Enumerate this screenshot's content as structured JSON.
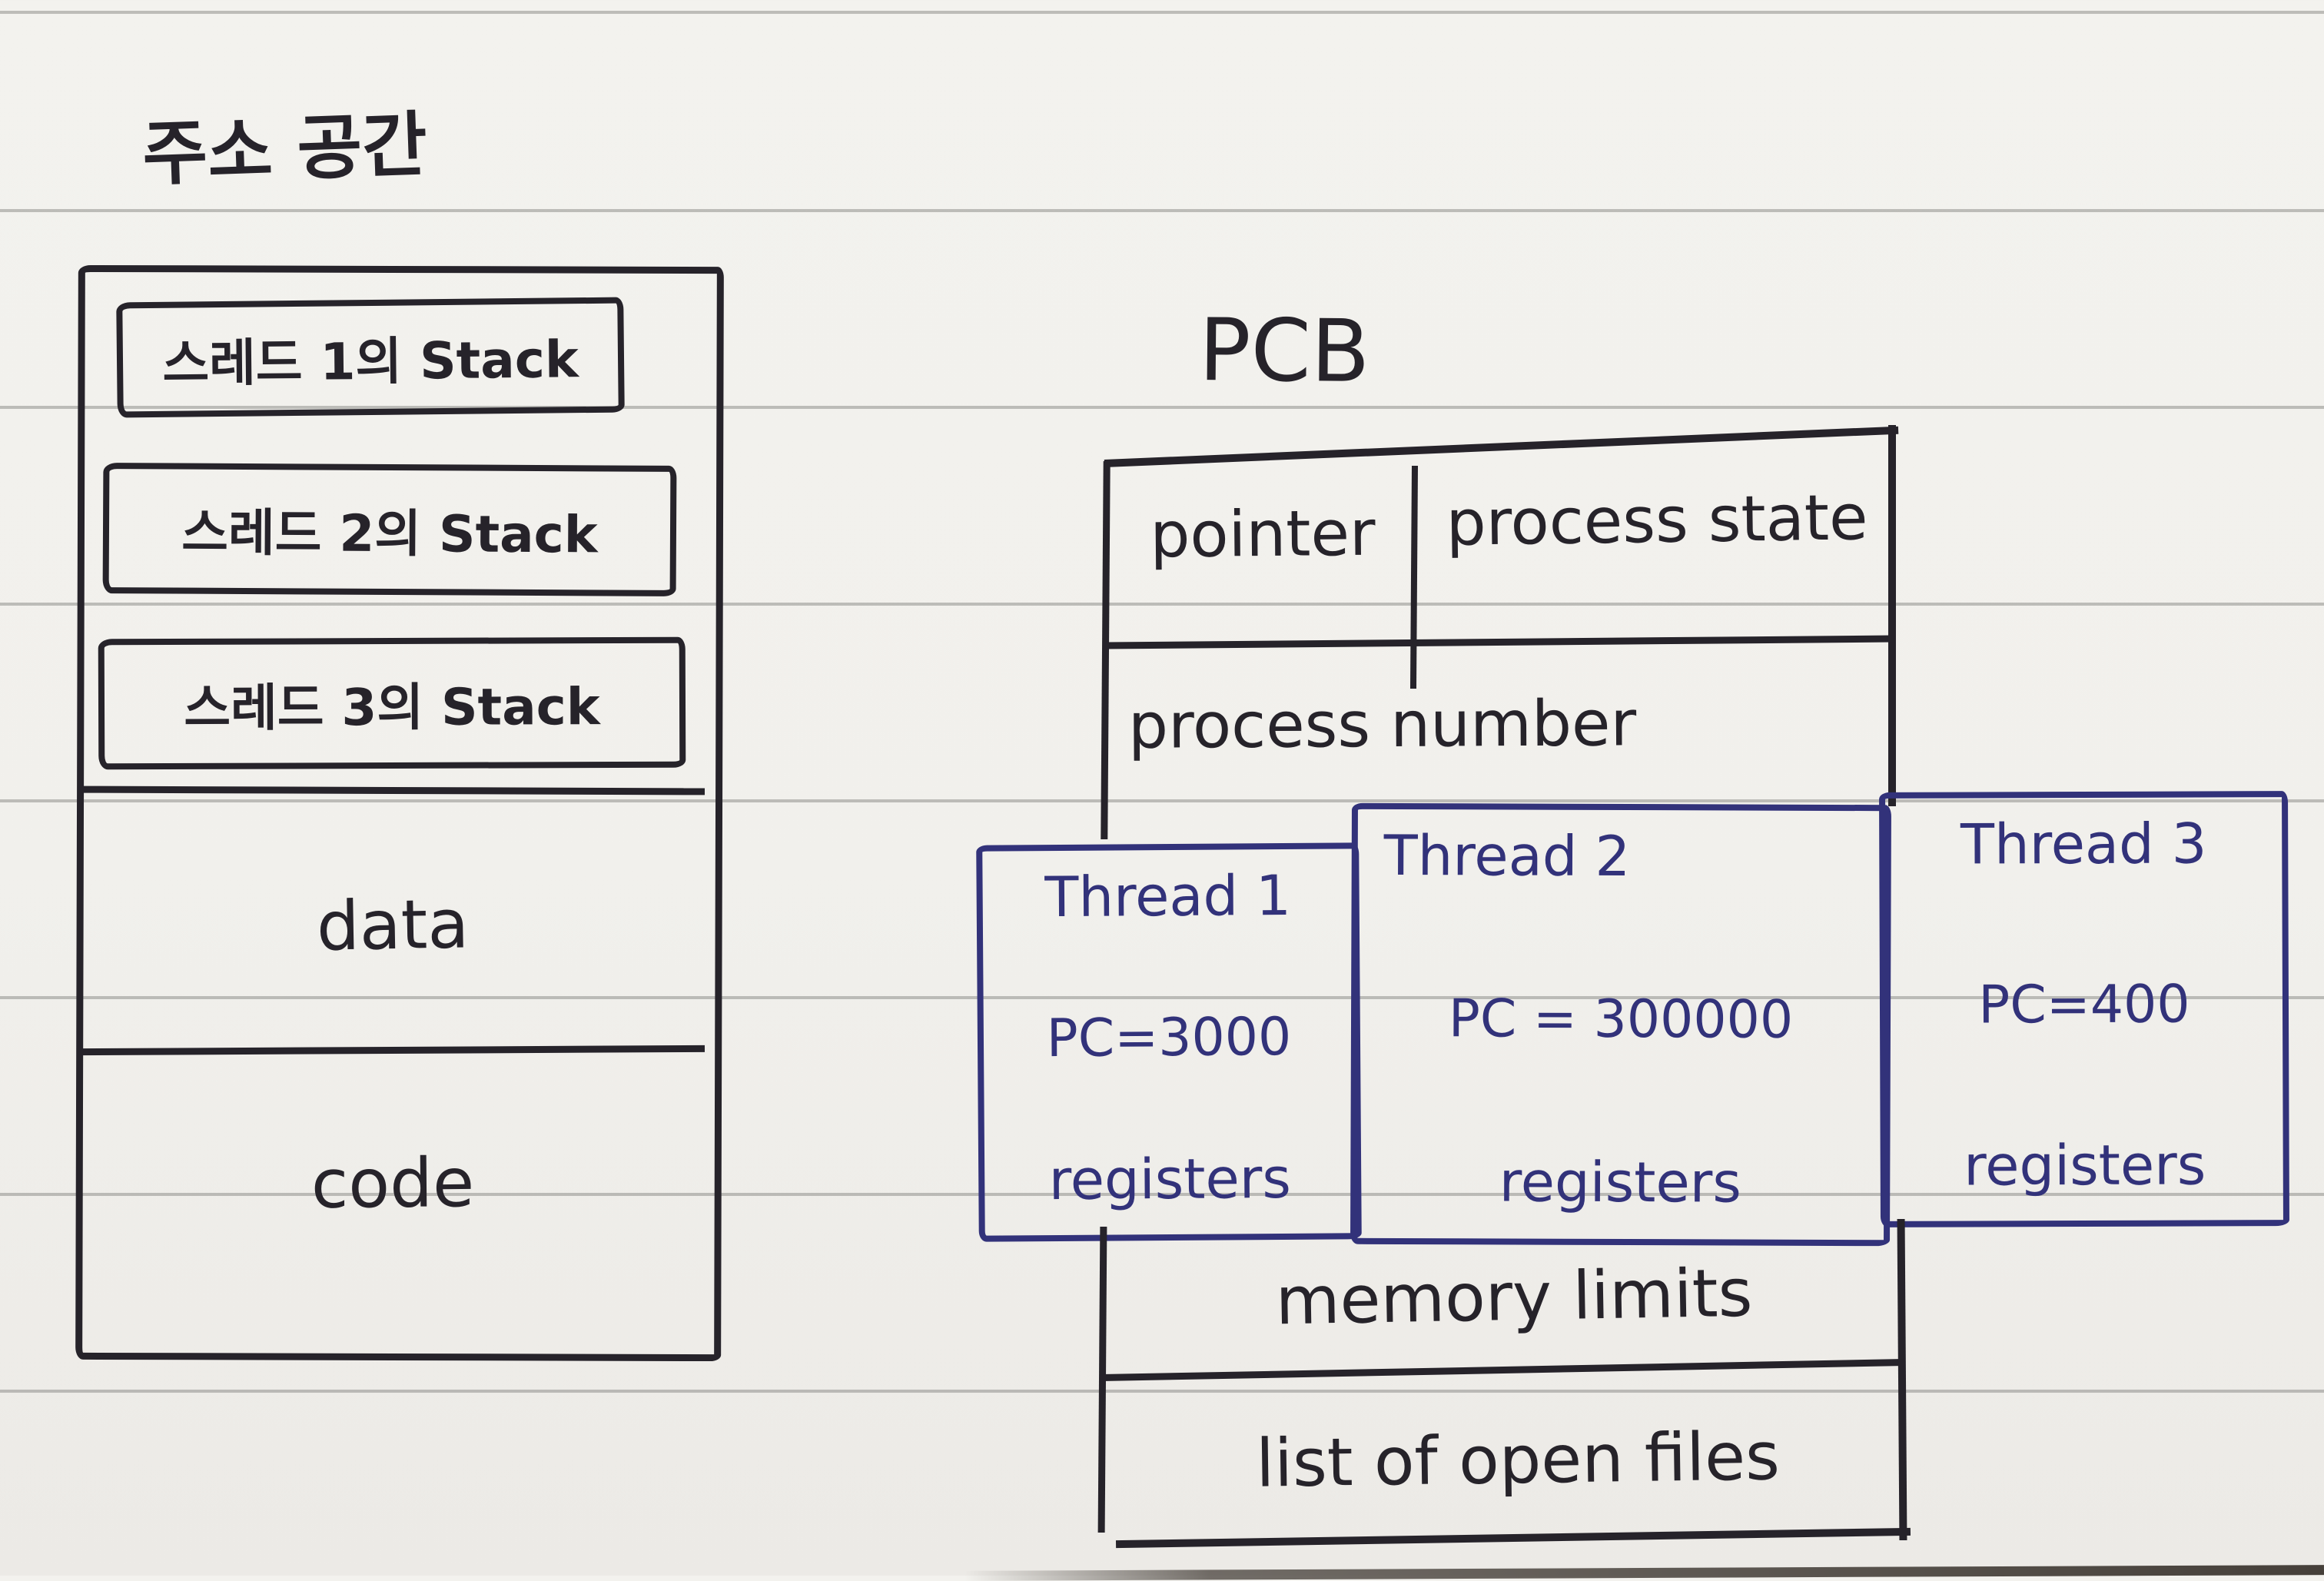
{
  "paper": {
    "background": "#f1f0ec",
    "rule_color": "#8f908c",
    "ink_black": "#26232a",
    "ink_blue": "#32327a"
  },
  "left_diagram": {
    "title": "주소 공간",
    "stack_boxes": [
      {
        "label": "스레드 1의 Stack"
      },
      {
        "label": "스레드 2의 Stack"
      },
      {
        "label": "스레드 3의 Stack"
      }
    ],
    "data_label": "data",
    "code_label": "code"
  },
  "pcb_diagram": {
    "title": "PCB",
    "pointer_label": "pointer",
    "process_state_label": "process state",
    "process_number_label": "process number",
    "threads": [
      {
        "name": "Thread 1",
        "pc": "PC=3000",
        "registers_label": "registers"
      },
      {
        "name": "Thread 2",
        "pc": "PC = 300000",
        "registers_label": "registers"
      },
      {
        "name": "Thread 3",
        "pc": "PC=400",
        "registers_label": "registers"
      }
    ],
    "memory_limits_label": "memory limits",
    "open_files_label": "list of open files"
  }
}
